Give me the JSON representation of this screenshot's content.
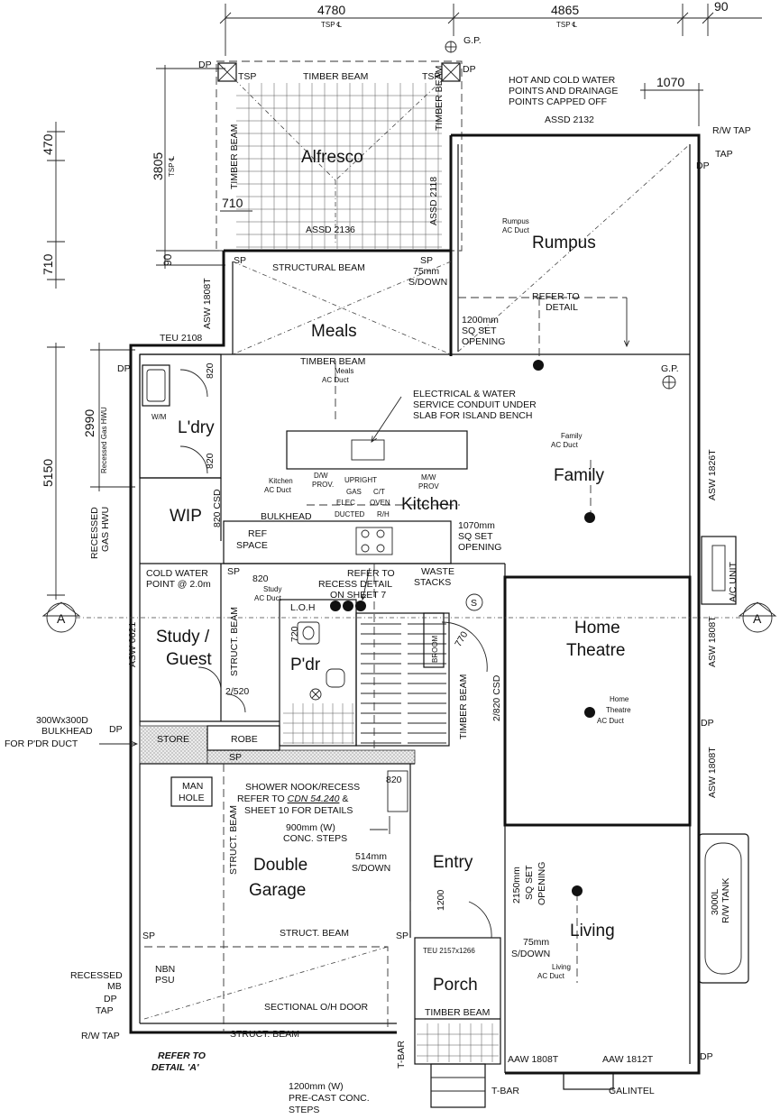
{
  "dims": {
    "top_left": "4780",
    "top_left_sub": "TSP ℄",
    "top_right": "4865",
    "top_right_sub": "TSP ℄",
    "top_far_right": "90",
    "right_1070": "1070",
    "left_470": "470",
    "left_3805": "3805",
    "left_3805_sub": "TSP ℄",
    "left_710": "710",
    "left_90": "90",
    "alf_710": "710",
    "left_5150": "5150",
    "left_2990": "2990",
    "left_2990_sub": "Recessed Gas HWU"
  },
  "rooms": {
    "alfresco": "Alfresco",
    "rumpus": "Rumpus",
    "meals": "Meals",
    "laundry": "L'dry",
    "wip": "WIP",
    "kitchen": "Kitchen",
    "family": "Family",
    "study_1": "Study /",
    "study_2": "Guest",
    "powder": "P'dr",
    "theatre_1": "Home",
    "theatre_2": "Theatre",
    "garage_1": "Double",
    "garage_2": "Garage",
    "entry": "Entry",
    "living": "Living",
    "porch": "Porch"
  },
  "labels": {
    "dp_tl": "DP",
    "tsp_l": "TSP",
    "timber_beam_top": "TIMBER BEAM",
    "tsp_r": "TSP",
    "gp_top": "G.P.",
    "dp_top": "DP",
    "hot_cold_1": "HOT AND COLD WATER",
    "hot_cold_2": "POINTS AND DRAINAGE",
    "hot_cold_3": "POINTS CAPPED OFF",
    "assd_2132": "ASSD 2132",
    "rw_tap_top": "R/W TAP",
    "tap_top": "TAP",
    "dp_top_r": "DP",
    "timber_beam_l": "TIMBER BEAM",
    "timber_beam_r": "TIMBER BEAM",
    "assd_2118": "ASSD 2118",
    "assd_2136": "ASSD 2136",
    "sp_left": "SP",
    "structural_beam": "STRUCTURAL BEAM",
    "sp_right": "SP",
    "s75_1": "75mm",
    "s75_2": "S/DOWN",
    "rumpus_duct_1": "Rumpus",
    "rumpus_duct_2": "AC Duct",
    "refer_1": "REFER TO",
    "refer_2": "DETAIL",
    "sq1200_1": "1200mm",
    "sq1200_2": "SQ SET",
    "sq1200_3": "OPENING",
    "asw_1808t_l": "ASW 1808T",
    "teu_2108": "TEU 2108",
    "dp_ldry": "DP",
    "timber_beam_meals": "TIMBER BEAM",
    "meals_duct_1": "Meals",
    "meals_duct_2": "AC Duct",
    "gp_right": "G.P.",
    "elec_1": "ELECTRICAL & WATER",
    "elec_2": "SERVICE CONDUIT UNDER",
    "elec_3": "SLAB FOR ISLAND BENCH",
    "d820_a": "820",
    "d820_b": "820",
    "wm": "W/M",
    "family_duct_1": "Family",
    "family_duct_2": "AC Duct",
    "kitchen_duct_1": "Kitchen",
    "kitchen_duct_2": "AC Duct",
    "dw_1": "D/W",
    "dw_2": "PROV.",
    "upright_1": "UPRIGHT",
    "upright_2": "GAS",
    "upright_3": "ELEC",
    "upright_4": "DUCTED",
    "ct_1": "C/T",
    "ct_2": "OVEN",
    "ct_3": "R/H",
    "mw_1": "M/W",
    "mw_2": "PROV",
    "asw_1826t": "ASW 1826T",
    "csd_820": "820 CSD",
    "bulkhead": "BULKHEAD",
    "ref_1": "REF",
    "ref_2": "SPACE",
    "sq1070_1": "1070mm",
    "sq1070_2": "SQ SET",
    "sq1070_3": "OPENING",
    "recessed_hwu_1": "RECESSED",
    "recessed_hwu_2": "GAS HWU",
    "ac_unit": "A/C UNIT",
    "cold_1": "COLD WATER",
    "cold_2": "POINT @ 2.0m",
    "sp_study": "SP",
    "d820_study": "820",
    "study_duct_1": "Study",
    "study_duct_2": "AC Duct",
    "refer_rec_1": "REFER TO",
    "refer_rec_2": "RECESS DETAIL",
    "refer_rec_3": "ON SHEET 7",
    "waste_1": "WASTE",
    "waste_2": "STACKS",
    "sewer": "S",
    "section_l": "A",
    "section_r": "A",
    "asw_0621": "ASW 0621",
    "struct_beam_study": "STRUCT. BEAM",
    "loh": "L.O.H",
    "d720": "720",
    "broom": "BROOM",
    "d770": "770",
    "timber_beam_stair": "TIMBER BEAM",
    "csd_2820": "2/820 CSD",
    "theatre_duct_1": "Home",
    "theatre_duct_2": "Theatre",
    "theatre_duct_3": "AC Duct",
    "asw_1808t_r1": "ASW 1808T",
    "dp_theatre": "DP",
    "asw_1808t_r2": "ASW 1808T",
    "d2_520": "2/520",
    "bulk_1": "300Wx300D",
    "bulk_2": "BULKHEAD",
    "bulk_3": "FOR P'DR DUCT",
    "dp_store": "DP",
    "store": "STORE",
    "robe": "ROBE",
    "sp_store": "SP",
    "shower_1": "SHOWER NOOK/RECESS",
    "shower_2a": "REFER TO ",
    "shower_2b": "CDN 54.240",
    "shower_2c": " &",
    "shower_3": "SHEET 10 FOR DETAILS",
    "d820_entry": "820",
    "man_1": "MAN",
    "man_2": "HOLE",
    "conc_1": "900mm (W)",
    "conc_2": "CONC. STEPS",
    "struct_beam_garage": "STRUCT. BEAM",
    "s514_1": "514mm",
    "s514_2": "S/DOWN",
    "sq2150_1": "2150mm",
    "sq2150_2": "SQ SET",
    "sq2150_3": "OPENING",
    "tank_1": "3000L",
    "tank_2": "R/W TANK",
    "d1200": "1200",
    "sp_gar_l": "SP",
    "struct_beam_gar_top": "STRUCT. BEAM",
    "sp_gar_r": "SP",
    "teu_2157": "TEU 2157x1266",
    "s75b_1": "75mm",
    "s75b_2": "S/DOWN",
    "living_duct_1": "Living",
    "living_duct_2": "AC Duct",
    "recessed_mb": "RECESSED",
    "mb": "MB",
    "nbn": "NBN",
    "psu": "PSU",
    "dp_gar": "DP",
    "tap_gar": "TAP",
    "sectional": "SECTIONAL O/H DOOR",
    "timber_beam_porch": "TIMBER BEAM",
    "rw_tap_gar": "R/W TAP",
    "struct_beam_bottom": "STRUCT. BEAM",
    "tbar_l": "T-BAR",
    "aaw_1808t": "AAW 1808T",
    "aaw_1812t": "AAW 1812T",
    "dp_bottom": "DP",
    "refer_a_1": "REFER TO",
    "refer_a_2": "DETAIL 'A'",
    "tbar_b": "T-BAR",
    "galintel": "GALINTEL",
    "precast_1": "1200mm (W)",
    "precast_2": "PRE-CAST CONC.",
    "precast_3": "STEPS"
  }
}
